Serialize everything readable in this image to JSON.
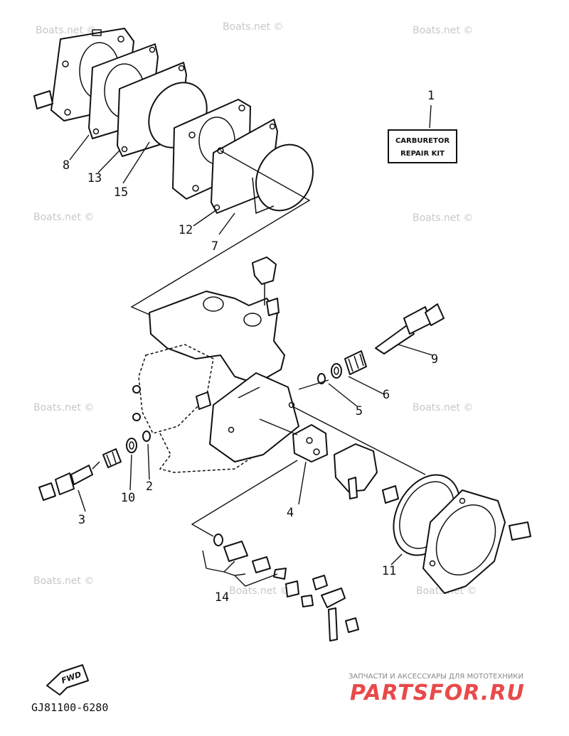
{
  "watermark": "Boats.net ©",
  "callouts": [
    "1",
    "2",
    "3",
    "4",
    "5",
    "6",
    "7",
    "8",
    "9",
    "10",
    "11",
    "12",
    "13",
    "14",
    "15"
  ],
  "kit_label": {
    "line1": "CARBURETOR",
    "line2": "REPAIR KIT"
  },
  "direction_label": "FWD",
  "diagram_code": "GJ81100-6280",
  "brand": {
    "tagline": "ЗАПЧАСТИ И АКСЕССУАРЫ ДЛЯ МОТОТЕХНИКИ",
    "name": "PARTSFOR.RU"
  }
}
